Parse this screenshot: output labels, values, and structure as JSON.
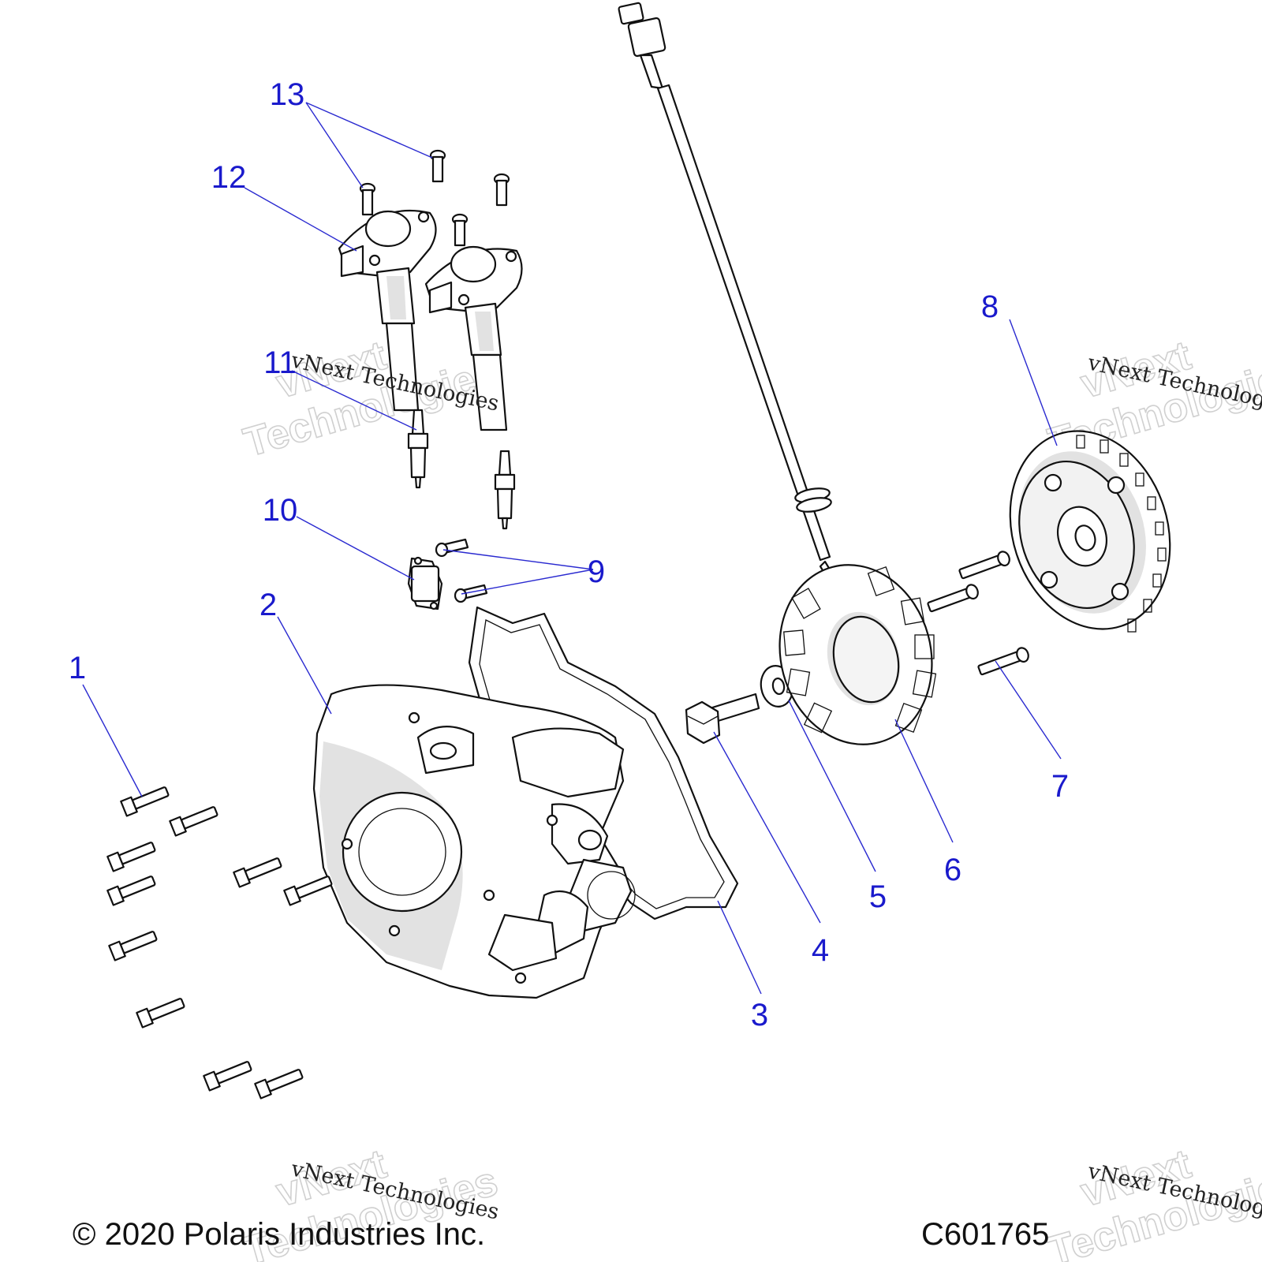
{
  "callouts": [
    {
      "id": "1",
      "label": "1"
    },
    {
      "id": "2",
      "label": "2"
    },
    {
      "id": "3",
      "label": "3"
    },
    {
      "id": "4",
      "label": "4"
    },
    {
      "id": "5",
      "label": "5"
    },
    {
      "id": "6",
      "label": "6"
    },
    {
      "id": "7",
      "label": "7"
    },
    {
      "id": "8",
      "label": "8"
    },
    {
      "id": "9",
      "label": "9"
    },
    {
      "id": "10",
      "label": "10"
    },
    {
      "id": "11",
      "label": "11"
    },
    {
      "id": "12",
      "label": "12"
    },
    {
      "id": "13",
      "label": "13"
    }
  ],
  "watermark": {
    "line1": "vNext",
    "line2": "Technologies",
    "caption": "vNext Technologies"
  },
  "footer": {
    "copyright": "© 2020 Polaris Industries Inc.",
    "diagram_id": "C601765"
  },
  "colors": {
    "callout": "#1a1acc",
    "line": "#111111",
    "shade": "#e2e2e2"
  }
}
